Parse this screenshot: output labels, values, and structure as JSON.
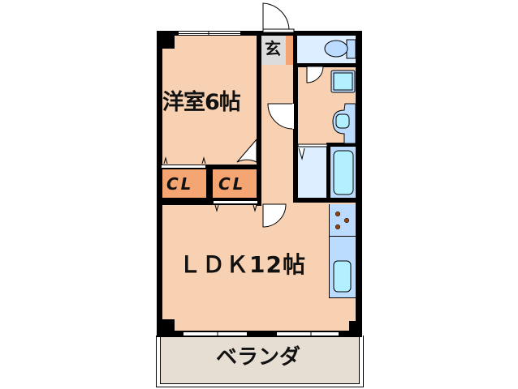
{
  "floor_plan": {
    "rooms": {
      "western_room": {
        "label": "洋室6帖",
        "type": "洋室",
        "size_jo": 6
      },
      "ldk": {
        "label": "LDK12帖",
        "label_display": "ＬＤＫ12帖",
        "type": "LDK",
        "size_jo": 12
      },
      "entrance": {
        "label": "玄"
      },
      "closet_1": {
        "label": "CL"
      },
      "closet_2": {
        "label": "CL"
      },
      "balcony": {
        "label": "ベランダ"
      }
    },
    "fixtures": [
      "toilet",
      "washbasin",
      "washing-machine-space",
      "bathtub",
      "stove",
      "kitchen-sink",
      "shoe-cabinet"
    ],
    "colors": {
      "room_floor": "#f7d1b2",
      "wall": "#000000",
      "wet_area": "#dceeff",
      "fixture_blue": "#bcdcff",
      "fixture_cyan": "#b3f0ff",
      "closet": "#f4a572",
      "entrance": "#dcdcdc",
      "balcony": "#e6ddd3",
      "burner": "#8b4513"
    }
  }
}
